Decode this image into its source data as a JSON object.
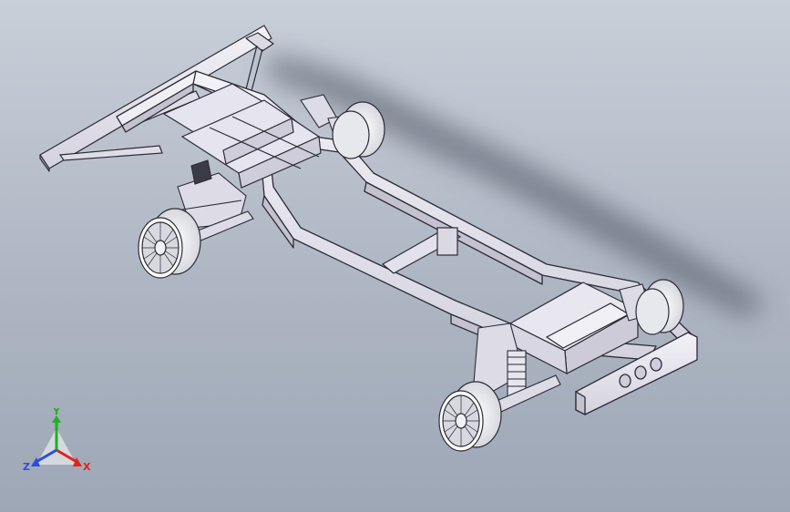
{
  "triad": {
    "x_label": "X",
    "y_label": "Y",
    "z_label": "Z",
    "colors": {
      "x": "#e0241c",
      "y": "#21b021",
      "z": "#2a4fe0"
    }
  },
  "model": {
    "description_icon": "chassis-frame-icon",
    "frame_color": "#e9e7f1",
    "edge_color": "#2b2b35",
    "tire_color": "#f1f1f4"
  }
}
